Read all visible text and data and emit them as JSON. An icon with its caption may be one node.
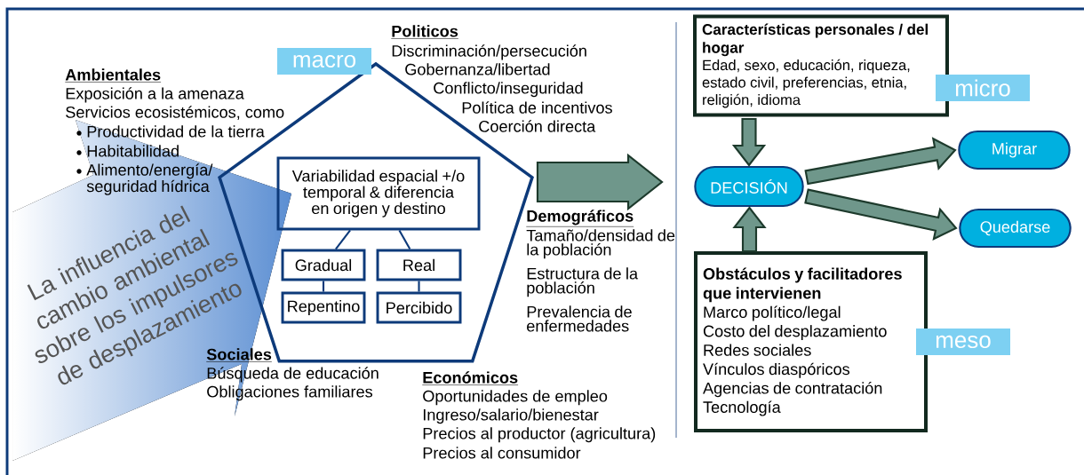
{
  "diagram": {
    "nodes": [
      {
        "text": [],
        "shape": "pentagon",
        "beside": [
          "macro"
        ]
      },
      {
        "text": [
          "Variabilidad espacial +/o temporal & diferencia en origen y destino"
        ],
        "in": 0
      },
      {
        "text": [
          "Gradual"
        ],
        "in": 0
      },
      {
        "text": [
          "Real"
        ],
        "in": 0
      },
      {
        "text": [
          "Repentino"
        ],
        "in": 0
      },
      {
        "text": [
          "Percibido"
        ],
        "in": 0
      },
      {
        "text": [
          "Características personales / del hogar",
          "Edad, sexo, educación, riqueza, estado civil, preferencias, etnia, religión, idioma"
        ],
        "beside": [
          "micro"
        ]
      },
      {
        "text": [
          "Obstáculos y facilitadores que intervienen",
          "Marco político/legal",
          "Costo del desplazamiento",
          "Redes sociales",
          "Vínculos diaspóricos",
          "Agencias de contratación",
          "Tecnología"
        ],
        "beside": [
          "meso"
        ]
      },
      {
        "text": [
          "DECISIÓN"
        ]
      },
      {
        "text": [
          "Migrar"
        ]
      },
      {
        "text": [
          "Quedarse"
        ]
      }
    ],
    "edges": [
      {
        "from": 1,
        "to": 2,
        "arrow": "none",
        "color": "#0d3a7a"
      },
      {
        "from": 1,
        "to": 3,
        "arrow": "none",
        "color": "#0d3a7a"
      },
      {
        "from": 2,
        "to": 4,
        "arrow": "none",
        "color": "#0d3a7a"
      },
      {
        "from": 3,
        "to": 5,
        "arrow": "none",
        "color": "#0d3a7a"
      },
      {
        "from": 0,
        "to": null,
        "arrow": "to",
        "style": "thick"
      },
      {
        "from": 6,
        "to": 8,
        "arrow": "to",
        "style": "thick"
      },
      {
        "from": 7,
        "to": 8,
        "arrow": "to",
        "style": "thick"
      },
      {
        "from": 8,
        "to": 9,
        "arrow": "to",
        "style": "thick"
      },
      {
        "from": 8,
        "to": 10,
        "arrow": "to",
        "style": "thick"
      }
    ],
    "labels": [
      "Politicos",
      "Discriminación/persecución",
      "Gobernanza/libertad",
      "Conflicto/inseguridad",
      "Política de incentivos",
      "Coerción directa",
      "Ambientales",
      "Exposición a la amenaza",
      "Servicios ecosistémicos, como",
      "Productividad de la tierra",
      "Habitabilidad",
      "Alimento/energía/ seguridad hídrica",
      "La influencia del cambio ambiental sobre los impulsores de desplazamiento",
      "Demográficos",
      "Tamaño/densidad de la población",
      "Estructura de la población",
      "Prevalencia de enfermedades",
      "Sociales",
      "Búsqueda de educación",
      "Obligaciones familiares",
      "Económicos",
      "Oportunidades de empleo",
      "Ingreso/salario/bienestar",
      "Precios al productor (agricultura)",
      "Precios al consumidor"
    ]
  }
}
